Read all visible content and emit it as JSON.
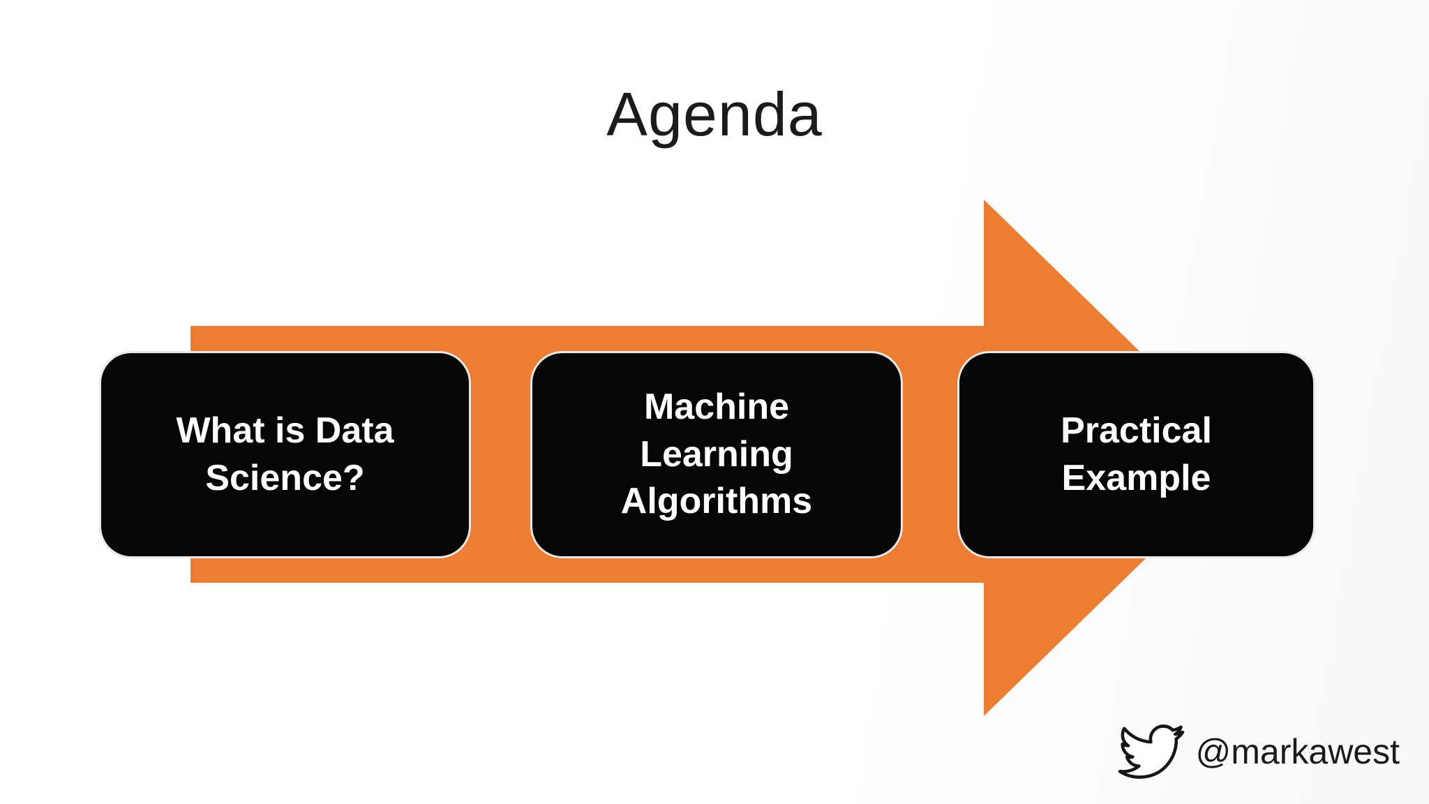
{
  "slide": {
    "title": "Agenda",
    "agenda_steps": [
      {
        "label": "What is Data\nScience?"
      },
      {
        "label": "Machine\nLearning\nAlgorithms"
      },
      {
        "label": "Practical\nExample"
      }
    ],
    "footer": {
      "icon": "twitter-bird-icon",
      "twitter_handle": "@markawest"
    },
    "colors": {
      "arrow_orange": "#ED7D31",
      "box_black": "#060606",
      "box_border": "#E8E8E8",
      "text_white": "#FFFFFF",
      "title_black": "#1B1B1B"
    }
  }
}
